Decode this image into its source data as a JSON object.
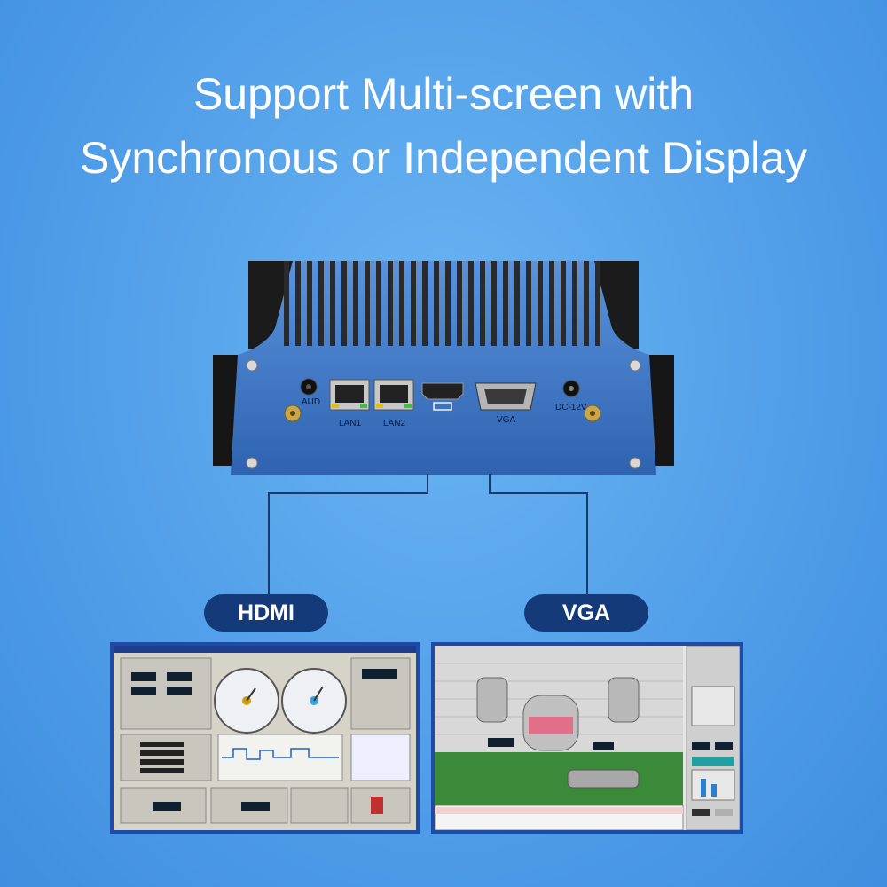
{
  "headline": {
    "line1": "Support Multi-screen with",
    "line2": "Synchronous or Independent Display"
  },
  "device": {
    "ports": {
      "aud": "AUD",
      "lan1": "LAN1",
      "lan2": "LAN2",
      "vga": "VGA",
      "dc": "DC-12V"
    }
  },
  "outputs": {
    "hdmi_label": "HDMI",
    "vga_label": "VGA"
  },
  "colors": {
    "background": "#4f9de8",
    "pill": "#143a7a",
    "chassis": "#3f78c8",
    "heatsink": "#1a1a1a"
  }
}
